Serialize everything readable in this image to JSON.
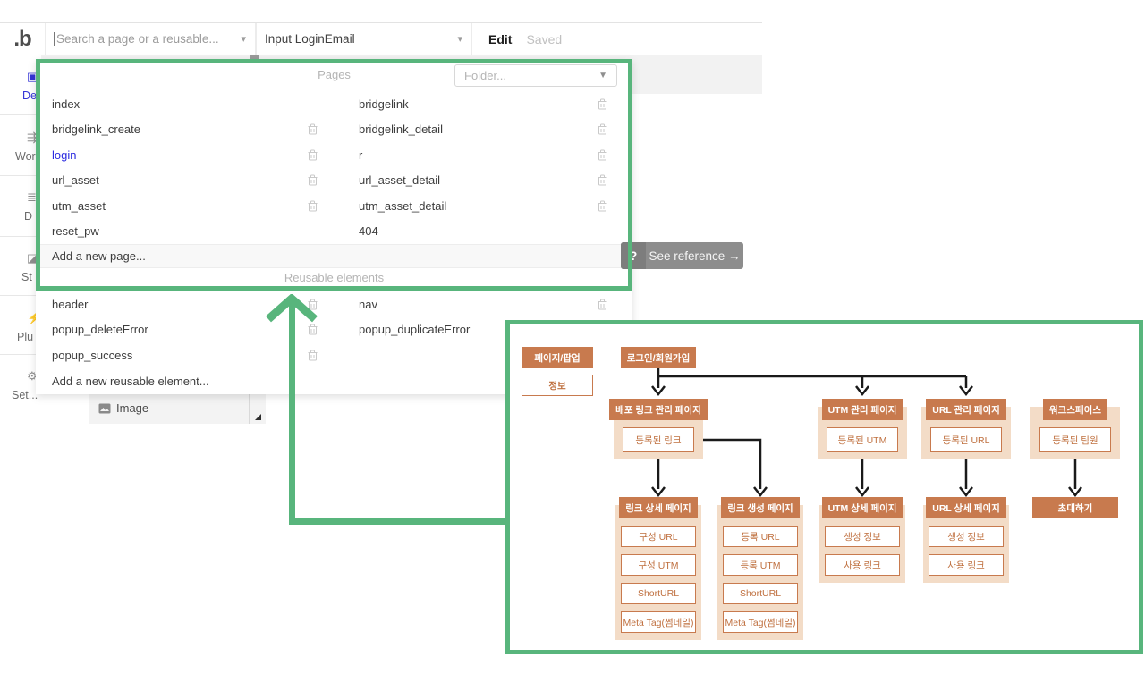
{
  "toolbar": {
    "logo": ".b",
    "search_placeholder": "Search a page or a reusable...",
    "element_selector_value": "Input LoginEmail",
    "edit_label": "Edit",
    "saved_label": "Saved"
  },
  "sidebar": {
    "items": [
      {
        "label": "De",
        "icon": "design-icon",
        "active": true
      },
      {
        "label": "Wor",
        "icon": "workflow-icon",
        "active": false
      },
      {
        "label": "D",
        "icon": "data-icon",
        "active": false
      },
      {
        "label": "St",
        "icon": "styles-icon",
        "active": false
      },
      {
        "label": "Plu",
        "icon": "plugins-icon",
        "active": false
      },
      {
        "label": "Set...",
        "icon": "settings-icon",
        "active": false
      }
    ]
  },
  "pages_panel": {
    "pages_header": "Pages",
    "folder_placeholder": "Folder...",
    "rows": [
      {
        "left": {
          "name": "index"
        },
        "right": {
          "name": "bridgelink"
        }
      },
      {
        "left": {
          "name": "bridgelink_create"
        },
        "right": {
          "name": "bridgelink_detail"
        }
      },
      {
        "left": {
          "name": "login"
        },
        "right": {
          "name": "r"
        }
      },
      {
        "left": {
          "name": "url_asset"
        },
        "right": {
          "name": "url_asset_detail"
        }
      },
      {
        "left": {
          "name": "utm_asset"
        },
        "right": {
          "name": "utm_asset_detail"
        }
      },
      {
        "left": {
          "name": "reset_pw"
        },
        "right": {
          "name": "404"
        }
      }
    ],
    "add_page_label": "Add a new page...",
    "reusable_header": "Reusable elements",
    "reusable_rows": [
      {
        "left": {
          "name": "header"
        },
        "right": {
          "name": "nav"
        }
      },
      {
        "left": {
          "name": "popup_deleteError"
        },
        "right": {
          "name": "popup_duplicateError"
        }
      },
      {
        "left": {
          "name": "popup_success"
        },
        "right": {
          "name": ""
        }
      }
    ],
    "add_reusable_label": "Add a new reusable element..."
  },
  "palette": {
    "item_label": "Image"
  },
  "see_reference": {
    "icon": "?",
    "label": "See reference →"
  },
  "diagram": {
    "legend": [
      {
        "label": "페이지/팝업",
        "style": "solid"
      },
      {
        "label": "정보",
        "style": "outline"
      }
    ],
    "root": "로그인/회원가입",
    "top_groups": [
      {
        "header": "배포 링크 관리 페이지",
        "children": [
          "등록된 링크"
        ]
      },
      {
        "header": "UTM 관리 페이지",
        "children": [
          "등록된 UTM"
        ]
      },
      {
        "header": "URL 관리 페이지",
        "children": [
          "등록된 URL"
        ]
      },
      {
        "header": "워크스페이스",
        "children": [
          "등록된 팀원"
        ]
      }
    ],
    "bottom_groups": [
      {
        "header": "링크 상세 페이지",
        "children": [
          "구성 URL",
          "구성 UTM",
          "ShortURL",
          "Meta Tag(썸네일)"
        ]
      },
      {
        "header": "링크 생성 페이지",
        "children": [
          "등록 URL",
          "등록 UTM",
          "ShortURL",
          "Meta Tag(썸네일)"
        ]
      },
      {
        "header": "UTM 상세 페이지",
        "children": [
          "생성 정보",
          "사용 링크"
        ]
      },
      {
        "header": "URL 상세 페이지",
        "children": [
          "생성 정보",
          "사용 링크"
        ]
      }
    ],
    "invite_node": "초대하기"
  },
  "colors": {
    "highlight_green": "#58b57c",
    "diagram_orange": "#c87a4e",
    "diagram_tan": "#f3dcc7",
    "active_blue": "#2a2ae0",
    "button_gray": "#8d8d8d"
  }
}
